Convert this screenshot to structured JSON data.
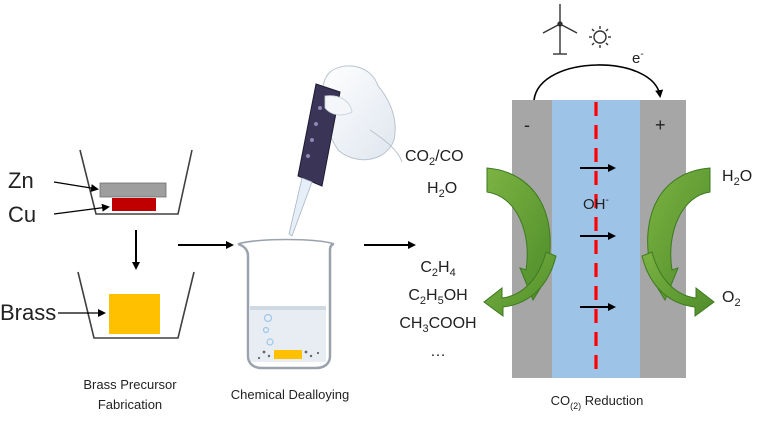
{
  "precursor": {
    "zn_label": "Zn",
    "cu_label": "Cu",
    "brass_label": "Brass",
    "caption_line1": "Brass Precursor",
    "caption_line2": "Fabrication"
  },
  "dealloying": {
    "caption": "Chemical Dealloying"
  },
  "inputs": {
    "co2_co": {
      "a": "CO",
      "sub": "2",
      "b": "/CO"
    },
    "h2o": {
      "a": "H",
      "sub": "2",
      "b": "O"
    }
  },
  "products": [
    {
      "parts": [
        [
          "C",
          ""
        ],
        [
          "2",
          "sub"
        ],
        [
          "H",
          ""
        ],
        [
          "4",
          "sub"
        ]
      ]
    },
    {
      "parts": [
        [
          "C",
          ""
        ],
        [
          "2",
          "sub"
        ],
        [
          "H",
          ""
        ],
        [
          "5",
          "sub"
        ],
        [
          "OH",
          ""
        ]
      ]
    },
    {
      "parts": [
        [
          "CH",
          ""
        ],
        [
          "3",
          "sub"
        ],
        [
          "COOH",
          ""
        ]
      ]
    },
    {
      "parts": [
        [
          "…",
          ""
        ]
      ]
    }
  ],
  "cell": {
    "electron_label": "e",
    "electron_sup": "-",
    "minus_label": "-",
    "plus_label": "+",
    "oh_label": "OH",
    "oh_sup": "-",
    "h2o_right": {
      "a": "H",
      "sub": "2",
      "b": "O"
    },
    "o2_right": {
      "a": "O",
      "sub": "2"
    },
    "caption": {
      "a": "CO",
      "sub": "(2)",
      "b": " Reduction"
    }
  },
  "icons": [
    "wind-turbine-icon",
    "sun-icon",
    "gloved-hand-pipette-icon",
    "beaker-icon"
  ],
  "colors": {
    "zn": "#9e9e9e",
    "cu": "#c00000",
    "brass": "#ffc000",
    "electrode": "#a6a6a6",
    "membrane": "#9dc3e6",
    "membrane_line": "#ff0000",
    "flow_arrow": "#5b9b2e"
  }
}
